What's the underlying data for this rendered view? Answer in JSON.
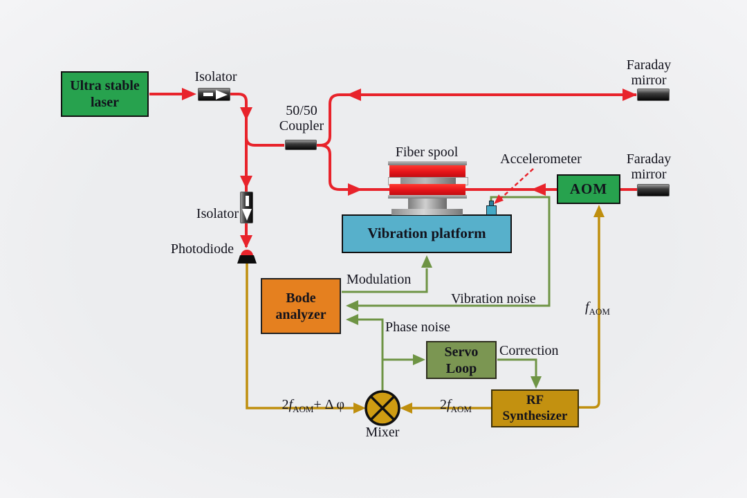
{
  "figure": {
    "boxes": {
      "laser": {
        "line1": "Ultra stable",
        "line2": "laser",
        "fill": "#27a24e"
      },
      "bode": {
        "line1": "Bode",
        "line2": "analyzer",
        "fill": "#e5801f"
      },
      "servo": {
        "line1": "Servo",
        "line2": "Loop",
        "fill": "#7b9652"
      },
      "rf": {
        "line1": "RF",
        "line2": "Synthesizer",
        "fill": "#c39110"
      },
      "aom": {
        "label": "AOM",
        "fill": "#27a24e"
      },
      "platform": {
        "label": "Vibration platform",
        "fill": "#57b0cb"
      }
    },
    "labels": {
      "isolator_top": "Isolator",
      "isolator_left": "Isolator",
      "coupler_l1": "50/50",
      "coupler_l2": "Coupler",
      "faraday_top_l1": "Faraday",
      "faraday_top_l2": "mirror",
      "faraday_right_l1": "Faraday",
      "faraday_right_l2": "mirror",
      "photodiode": "Photodiode",
      "fiber_spool": "Fiber spool",
      "accelerometer": "Accelerometer",
      "mixer": "Mixer",
      "modulation": "Modulation",
      "vibration_noise": "Vibration noise",
      "phase_noise": "Phase noise",
      "correction": "Correction"
    },
    "formulas": {
      "f_aom": {
        "pre": "",
        "f": "f",
        "sub": "AOM",
        "post": ""
      },
      "two_f_aom_dphi": {
        "pre": "2",
        "f": "f",
        "sub": "AOM",
        "post": "+ Δ φ"
      },
      "two_f_aom": {
        "pre": "2",
        "f": "f",
        "sub": "AOM",
        "post": ""
      }
    },
    "line_colors": {
      "optical_fiber": "#e8232b",
      "rf_path": "#bf8f0e",
      "signal_path": "#6e9444"
    }
  }
}
